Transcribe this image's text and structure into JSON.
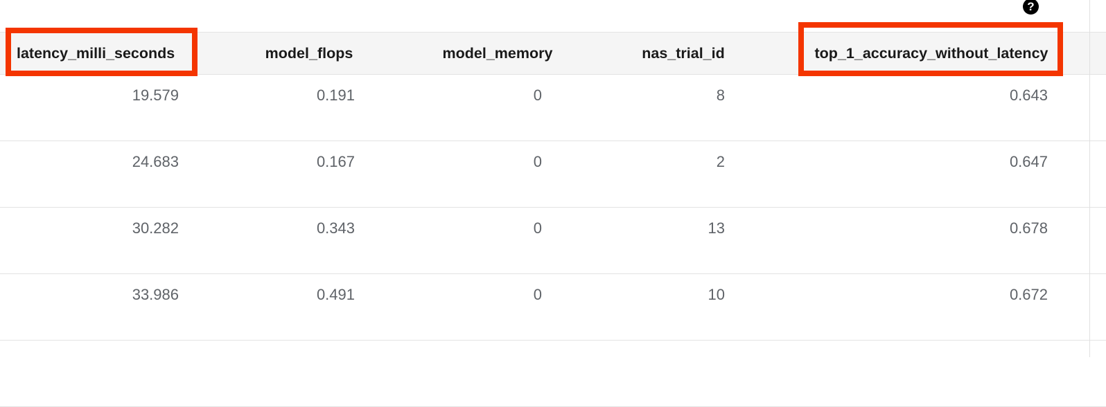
{
  "table": {
    "columns": [
      {
        "key": "latency_milli_seconds",
        "label": "latency_milli_seconds",
        "align": "left"
      },
      {
        "key": "model_flops",
        "label": "model_flops",
        "align": "center"
      },
      {
        "key": "model_memory",
        "label": "model_memory",
        "align": "center"
      },
      {
        "key": "nas_trial_id",
        "label": "nas_trial_id",
        "align": "center"
      },
      {
        "key": "top_1_accuracy_without_latency",
        "label": "top_1_accuracy_without_latency",
        "align": "center"
      }
    ],
    "rows": [
      {
        "latency_milli_seconds": "19.579",
        "model_flops": "0.191",
        "model_memory": "0",
        "nas_trial_id": "8",
        "top_1_accuracy_without_latency": "0.643"
      },
      {
        "latency_milli_seconds": "24.683",
        "model_flops": "0.167",
        "model_memory": "0",
        "nas_trial_id": "2",
        "top_1_accuracy_without_latency": "0.647"
      },
      {
        "latency_milli_seconds": "30.282",
        "model_flops": "0.343",
        "model_memory": "0",
        "nas_trial_id": "13",
        "top_1_accuracy_without_latency": "0.678"
      },
      {
        "latency_milli_seconds": "33.986",
        "model_flops": "0.491",
        "model_memory": "0",
        "nas_trial_id": "10",
        "top_1_accuracy_without_latency": "0.672"
      }
    ]
  },
  "help": {
    "icon": "help-question-mark-icon",
    "glyph": "?"
  },
  "annotations": {
    "highlight_color": "#f43500",
    "boxes": [
      {
        "target": "latency_milli_seconds-header"
      },
      {
        "target": "top_1_accuracy_without_latency-header"
      }
    ]
  }
}
